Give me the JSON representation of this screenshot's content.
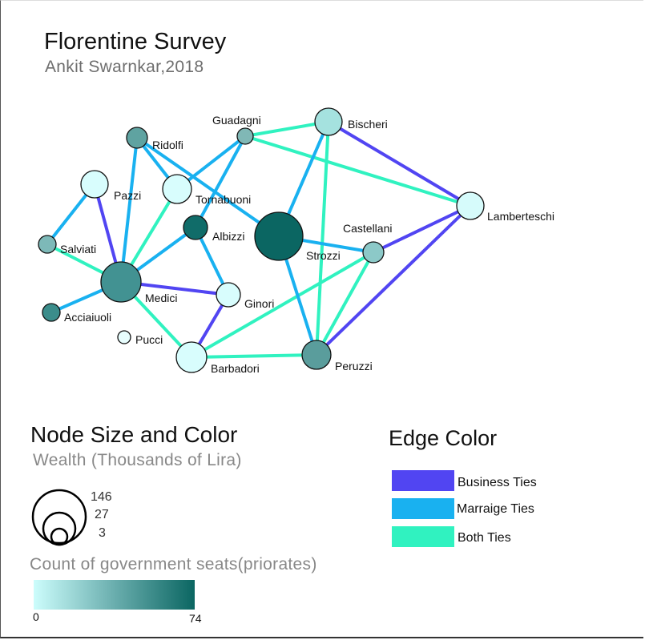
{
  "header": {
    "title": "Florentine Survey",
    "subtitle": "Ankit Swarnkar,2018"
  },
  "colors": {
    "business": "#5145f2",
    "marriage": "#19b1f0",
    "both": "#30f2c0",
    "node_stroke": "#111111",
    "seat_low": "#ccfdfc",
    "seat_high": "#0b6662"
  },
  "nodes": [
    {
      "id": "Guadagni",
      "label": "Guadagni",
      "fill": "#80b8b6"
    },
    {
      "id": "Bischeri",
      "label": "Bischeri",
      "fill": "#a5e2df"
    },
    {
      "id": "Ridolfi",
      "label": "Ridolfi",
      "fill": "#5fa3a1"
    },
    {
      "id": "Pazzi",
      "label": "Pazzi",
      "fill": "#d8fdfd"
    },
    {
      "id": "Tornabuoni",
      "label": "Tornabuoni",
      "fill": "#d8fdfd"
    },
    {
      "id": "Lamberteschi",
      "label": "Lamberteschi",
      "fill": "#d6fbfb"
    },
    {
      "id": "Albizzi",
      "label": "Albizzi",
      "fill": "#106c69"
    },
    {
      "id": "Castellani",
      "label": "Castellani",
      "fill": "#8cc9c8"
    },
    {
      "id": "Salviati",
      "label": "Salviati",
      "fill": "#7db9b8"
    },
    {
      "id": "Strozzi",
      "label": "Strozzi",
      "fill": "#0b6662"
    },
    {
      "id": "Medici",
      "label": "Medici",
      "fill": "#429292"
    },
    {
      "id": "Ginori",
      "label": "Ginori",
      "fill": "#d8fdfd"
    },
    {
      "id": "Acciaiuoli",
      "label": "Acciaiuoli",
      "fill": "#3b8d8b"
    },
    {
      "id": "Pucci",
      "label": "Pucci",
      "fill": "#e8fefe"
    },
    {
      "id": "Barbadori",
      "label": "Barbadori",
      "fill": "#d8fdfd"
    },
    {
      "id": "Peruzzi",
      "label": "Peruzzi",
      "fill": "#5a9d9c"
    }
  ],
  "edges": [
    {
      "source": "Guadagni",
      "target": "Bischeri",
      "type": "both"
    },
    {
      "source": "Guadagni",
      "target": "Lamberteschi",
      "type": "both"
    },
    {
      "source": "Guadagni",
      "target": "Tornabuoni",
      "type": "marriage"
    },
    {
      "source": "Guadagni",
      "target": "Albizzi",
      "type": "marriage"
    },
    {
      "source": "Bischeri",
      "target": "Lamberteschi",
      "type": "business"
    },
    {
      "source": "Bischeri",
      "target": "Strozzi",
      "type": "marriage"
    },
    {
      "source": "Bischeri",
      "target": "Peruzzi",
      "type": "both"
    },
    {
      "source": "Ridolfi",
      "target": "Tornabuoni",
      "type": "marriage"
    },
    {
      "source": "Ridolfi",
      "target": "Strozzi",
      "type": "marriage"
    },
    {
      "source": "Ridolfi",
      "target": "Medici",
      "type": "marriage"
    },
    {
      "source": "Pazzi",
      "target": "Salviati",
      "type": "marriage"
    },
    {
      "source": "Pazzi",
      "target": "Medici",
      "type": "business"
    },
    {
      "source": "Tornabuoni",
      "target": "Medici",
      "type": "both"
    },
    {
      "source": "Lamberteschi",
      "target": "Castellani",
      "type": "business"
    },
    {
      "source": "Lamberteschi",
      "target": "Peruzzi",
      "type": "business"
    },
    {
      "source": "Albizzi",
      "target": "Medici",
      "type": "marriage"
    },
    {
      "source": "Albizzi",
      "target": "Ginori",
      "type": "marriage"
    },
    {
      "source": "Castellani",
      "target": "Strozzi",
      "type": "marriage"
    },
    {
      "source": "Castellani",
      "target": "Barbadori",
      "type": "both"
    },
    {
      "source": "Castellani",
      "target": "Peruzzi",
      "type": "both"
    },
    {
      "source": "Salviati",
      "target": "Medici",
      "type": "both"
    },
    {
      "source": "Strozzi",
      "target": "Peruzzi",
      "type": "marriage"
    },
    {
      "source": "Medici",
      "target": "Ginori",
      "type": "business"
    },
    {
      "source": "Medici",
      "target": "Acciaiuoli",
      "type": "marriage"
    },
    {
      "source": "Medici",
      "target": "Barbadori",
      "type": "both"
    },
    {
      "source": "Ginori",
      "target": "Barbadori",
      "type": "business"
    },
    {
      "source": "Barbadori",
      "target": "Peruzzi",
      "type": "both"
    }
  ],
  "legend": {
    "node": {
      "heading": "Node Size and Color",
      "subheading": "Wealth (Thousands of Lira)",
      "size_values": [
        "146",
        "27",
        "3"
      ],
      "seats_heading": "Count of government seats(priorates)",
      "seats_min": "0",
      "seats_max": "74"
    },
    "edge": {
      "heading": "Edge Color",
      "items": [
        {
          "label": "Business Ties",
          "type": "business"
        },
        {
          "label": "Marraige Ties",
          "type": "marriage"
        },
        {
          "label": "Both Ties",
          "type": "both"
        }
      ]
    }
  }
}
